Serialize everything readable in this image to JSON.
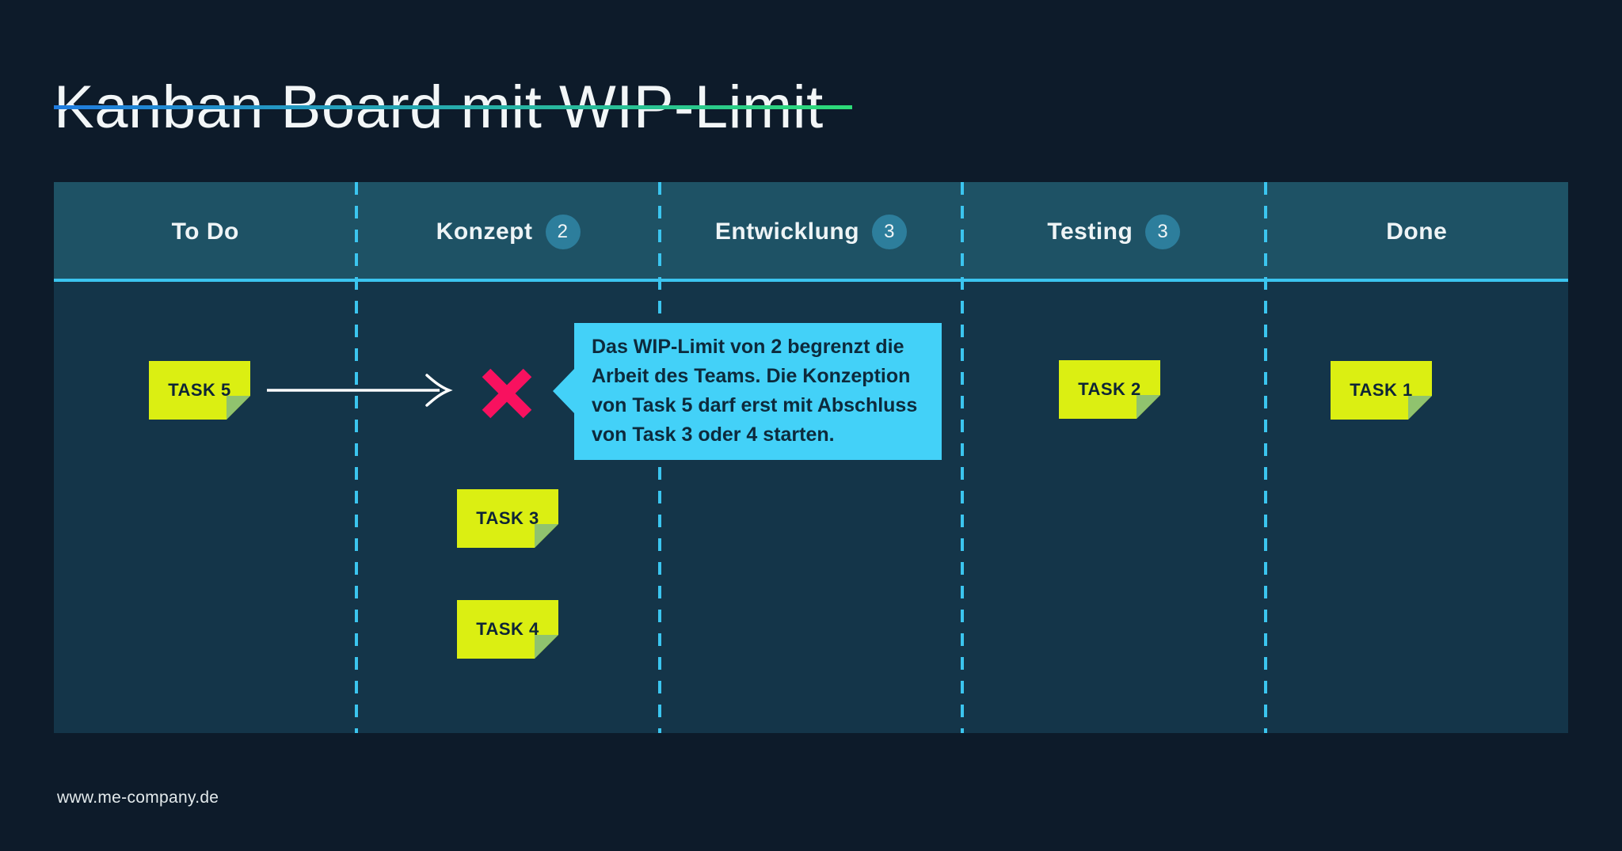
{
  "title": "Kanban Board mit WIP-Limit",
  "board": {
    "columns": [
      {
        "label": "To Do",
        "wip": ""
      },
      {
        "label": "Konzept",
        "wip": "2"
      },
      {
        "label": "Entwicklung",
        "wip": "3"
      },
      {
        "label": "Testing",
        "wip": "3"
      },
      {
        "label": "Done",
        "wip": ""
      }
    ]
  },
  "tasks": [
    {
      "label": "TASK 5",
      "column": "To Do"
    },
    {
      "label": "TASK 3",
      "column": "Konzept"
    },
    {
      "label": "TASK 4",
      "column": "Konzept"
    },
    {
      "label": "TASK 2",
      "column": "Testing"
    },
    {
      "label": "TASK 1",
      "column": "Done"
    }
  ],
  "bubble": {
    "lines": [
      "Das WIP-Limit von 2 begrenzt die",
      "Arbeit des Teams. Die Konzeption",
      "von Task 5 darf erst mit Abschluss",
      "von Task 3 oder 4 starten."
    ]
  },
  "footer": {
    "url": "www.me-company.de"
  },
  "icons": {
    "arrow": "arrow-right-icon",
    "blocked": "x-mark-icon"
  },
  "colors": {
    "page_bg": "#0d1b2a",
    "header_teal": "#1e5265",
    "body_teal": "#143549",
    "accent_cyan": "#3bc5ef",
    "badge_teal": "#2d7e9c",
    "bubble_cyan": "#43d1f8",
    "note_yellow": "#dbef12",
    "note_fold_green": "#90c36e",
    "blocked_x_pink": "#f8115f",
    "underline_gradient_start": "#1f7ce0",
    "underline_gradient_end": "#2ddc78"
  }
}
